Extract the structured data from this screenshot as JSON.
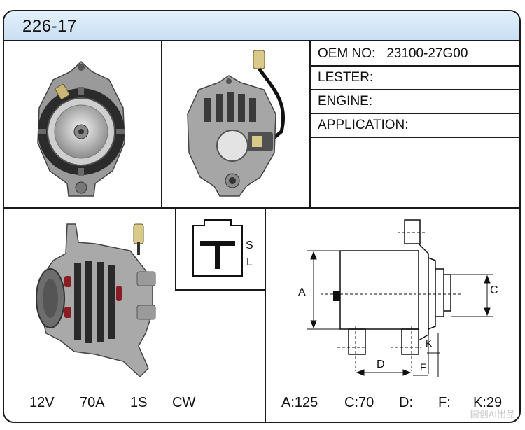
{
  "header": {
    "part_number": "226-17"
  },
  "info": {
    "oem_label": "OEM NO:",
    "oem_value": "23100-27G00",
    "lester_label": "LESTER:",
    "lester_value": "",
    "engine_label": "ENGINE:",
    "engine_value": "",
    "application_label": "APPLICATION:",
    "application_value": ""
  },
  "connector": {
    "terminal_s": "S",
    "terminal_l": "L"
  },
  "dimension_labels": {
    "a": "A",
    "c": "C",
    "d": "D",
    "f": "F",
    "k": "K"
  },
  "specs": {
    "voltage": "12V",
    "amperage": "70A",
    "terminal": "1S",
    "rotation": "CW"
  },
  "dimensions": {
    "a": "A:125",
    "c": "C:70",
    "d": "D:",
    "f": "F:",
    "k": "K:29"
  },
  "watermark": "国创AI出品"
}
